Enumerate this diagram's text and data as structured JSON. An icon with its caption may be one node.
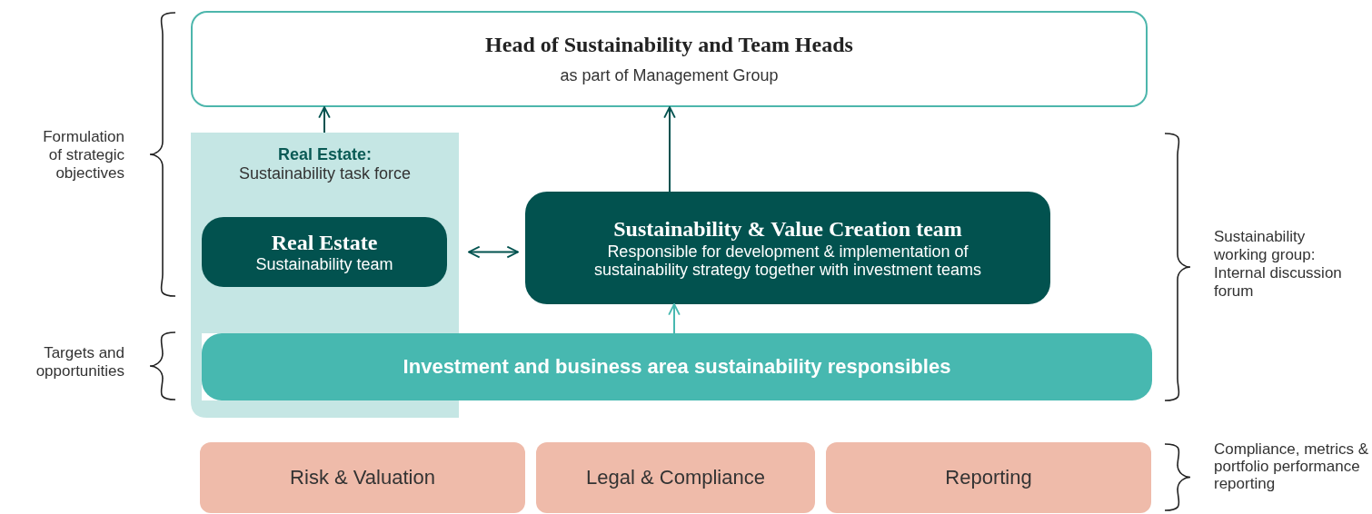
{
  "diagram": {
    "nodes": [
      {
        "text": [
          "Head of Sustainability and Team Heads",
          "as part of Management Group"
        ]
      },
      {
        "text": [
          "Real Estate:",
          "Sustainability task force"
        ]
      },
      {
        "text": [
          "Real Estate",
          "Sustainability team"
        ],
        "in": 1
      },
      {
        "text": [
          "Sustainability & Value Creation team",
          "Responsible for development & implementation of sustainability strategy together with investment teams"
        ]
      },
      {
        "text": [
          "Investment and business area sustainability responsibles"
        ]
      },
      {
        "text": [
          "Risk & Valuation"
        ]
      },
      {
        "text": [
          "Legal & Compliance"
        ]
      },
      {
        "text": [
          "Reporting"
        ]
      }
    ],
    "edges": [
      {
        "from": 1,
        "to": 0,
        "arrow": "to"
      },
      {
        "from": 3,
        "to": 0,
        "arrow": "to"
      },
      {
        "from": 2,
        "to": 3,
        "arrow": "both"
      },
      {
        "from": 4,
        "to": 3,
        "arrow": "to",
        "color": "#47b8b0"
      }
    ],
    "labels": [
      "Formulation of strategic objectives",
      "Targets and opportunities",
      "Sustainability working group: Internal discussion forum",
      "Compliance, metrics & portfolio performance reporting"
    ]
  }
}
